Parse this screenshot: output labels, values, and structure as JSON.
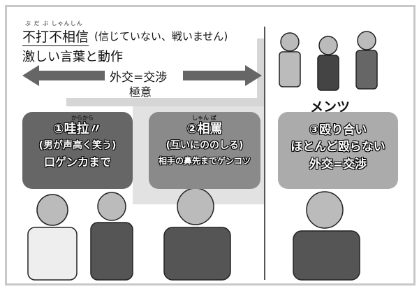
{
  "header": {
    "ruby": "ぶ だ ぶ しゃんしん",
    "title": "不打不相信",
    "title_note": "(信じていない、戦いません)",
    "line2": "激しい言葉と動作",
    "arrow_label": "外交=交渉",
    "arrow_sublabel": "極意"
  },
  "right_label": "メンツ",
  "boxes": [
    {
      "ruby": "からから",
      "title": "①哇拉〃",
      "line1": "(男が声高く笑う)",
      "line2": "口ゲンカまで",
      "color": "#666666"
    },
    {
      "ruby": "しゃん ば",
      "title": "②相罵",
      "line1": "(互いにののしる)",
      "line2": "相手の鼻先までゲンコツ",
      "color": "#8a8a8a"
    },
    {
      "title": "③殴り合い",
      "line1": "ほとんど殴らない",
      "line2": "外交=交渉",
      "color": "#ababab"
    }
  ]
}
